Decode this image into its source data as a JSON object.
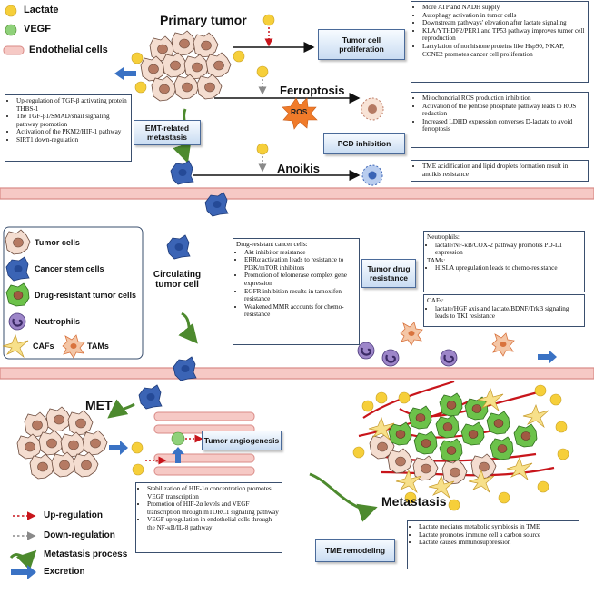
{
  "legend_top": {
    "lactate": "Lactate",
    "vegf": "VEGF",
    "endothelial": "Endothelial cells"
  },
  "titles": {
    "primary_tumor": "Primary tumor",
    "ferroptosis": "Ferroptosis",
    "anoikis": "Anoikis",
    "ros": "ROS",
    "circulating": "Circulating tumor cell",
    "met": "MET",
    "metastasis": "Metastasis"
  },
  "buttons": {
    "proliferation": "Tumor cell proliferation",
    "emt": "EMT-related metastasis",
    "pcd": "PCD inhibition",
    "drug": "Tumor drug resistance",
    "angio": "Tumor angiogenesis",
    "tme": "TME remodeling"
  },
  "boxes": {
    "proliferation": [
      "More ATP and NADH supply",
      "Autophagy activation in tumor cells",
      "Downstream pathways' elevation after lactate signaling",
      "KLA/YTHDF2/PER1 and TP53 pathway improves tumor cell reproduction",
      "Lactylation of nonhistone proteins like Hsp90, NKAP, CCNE2 promotes cancer cell proliferation"
    ],
    "emt": [
      "Up-regulation of TGF-β activating protein THBS-1",
      "The TGF-β1/SMAD/snail signaling pathway promotion",
      "Activation of the PKM2/HIF-1 pathway",
      "SIRT1 down-regulation"
    ],
    "pcd": [
      "Mitochondrial ROS production inhibition",
      "Activation of the pentose phosphate pathway leads to ROS reduction",
      "Increased LDHD expression converses D-lactate to avoid ferroptosis"
    ],
    "anoikis": [
      "TME acidification and lipid droplets formation result in anoikis resistance"
    ],
    "drug_title": "Drug-resistant cancer cells:",
    "drug": [
      "Akt inhibitor resistance",
      "ERRα activation leads to resistance to PI3K/mTOR inhibitors",
      "Promotion of telomerase complex gene expression",
      "EGFR inhibition results in tamoxifen resistance",
      "Weakened MMR accounts for chemo-resistance"
    ],
    "neutro_title": "Neutrophils:",
    "neutro": [
      "lactate/NF-κB/COX-2 pathway promotes PD-L1 expression"
    ],
    "tams_title": "TAMs:",
    "tams": [
      "HISLA upregulation leads to chemo-resistance"
    ],
    "cafs_title": "CAFs:",
    "cafs": [
      "lactate/HGF axis and lactate/BDNF/TrkB signaling leads to TKI resistance"
    ],
    "angio": [
      "Stabilization of HIF-1α concentration promotes VEGF transcription",
      "Promotion of HIF-2α levels and VEGF transcription through mTORC1 signaling pathway",
      "VEGF upregulation in endothelial cells through the NF-κB/IL-8 pathway"
    ],
    "tme": [
      "Lactate mediates metabolic symbiosis in TME",
      "Lactate promotes immune cell a carbon source",
      "Lactate causes immunosuppression"
    ]
  },
  "cell_legend": {
    "tumor": "Tumor cells",
    "stem": "Cancer stem cells",
    "drug": "Drug-resistant tumor cells",
    "neutro": "Neutrophils",
    "cafs": "CAFs",
    "tams": "TAMs"
  },
  "arrow_legend": {
    "up": "Up-regulation",
    "down": "Down-regulation",
    "meta": "Metastasis process",
    "excr": "Excretion"
  },
  "colors": {
    "lactate": "#f6cf3a",
    "vegf": "#8fd17a",
    "tumor": "#f4ddd0",
    "nucleus": "#b57a63",
    "stem": "#3b64b5",
    "drug": "#6cc24a",
    "up": "#c8151b",
    "down": "#8a8a8a",
    "meta": "#4d8a2e",
    "excr": "#3a72c4"
  }
}
